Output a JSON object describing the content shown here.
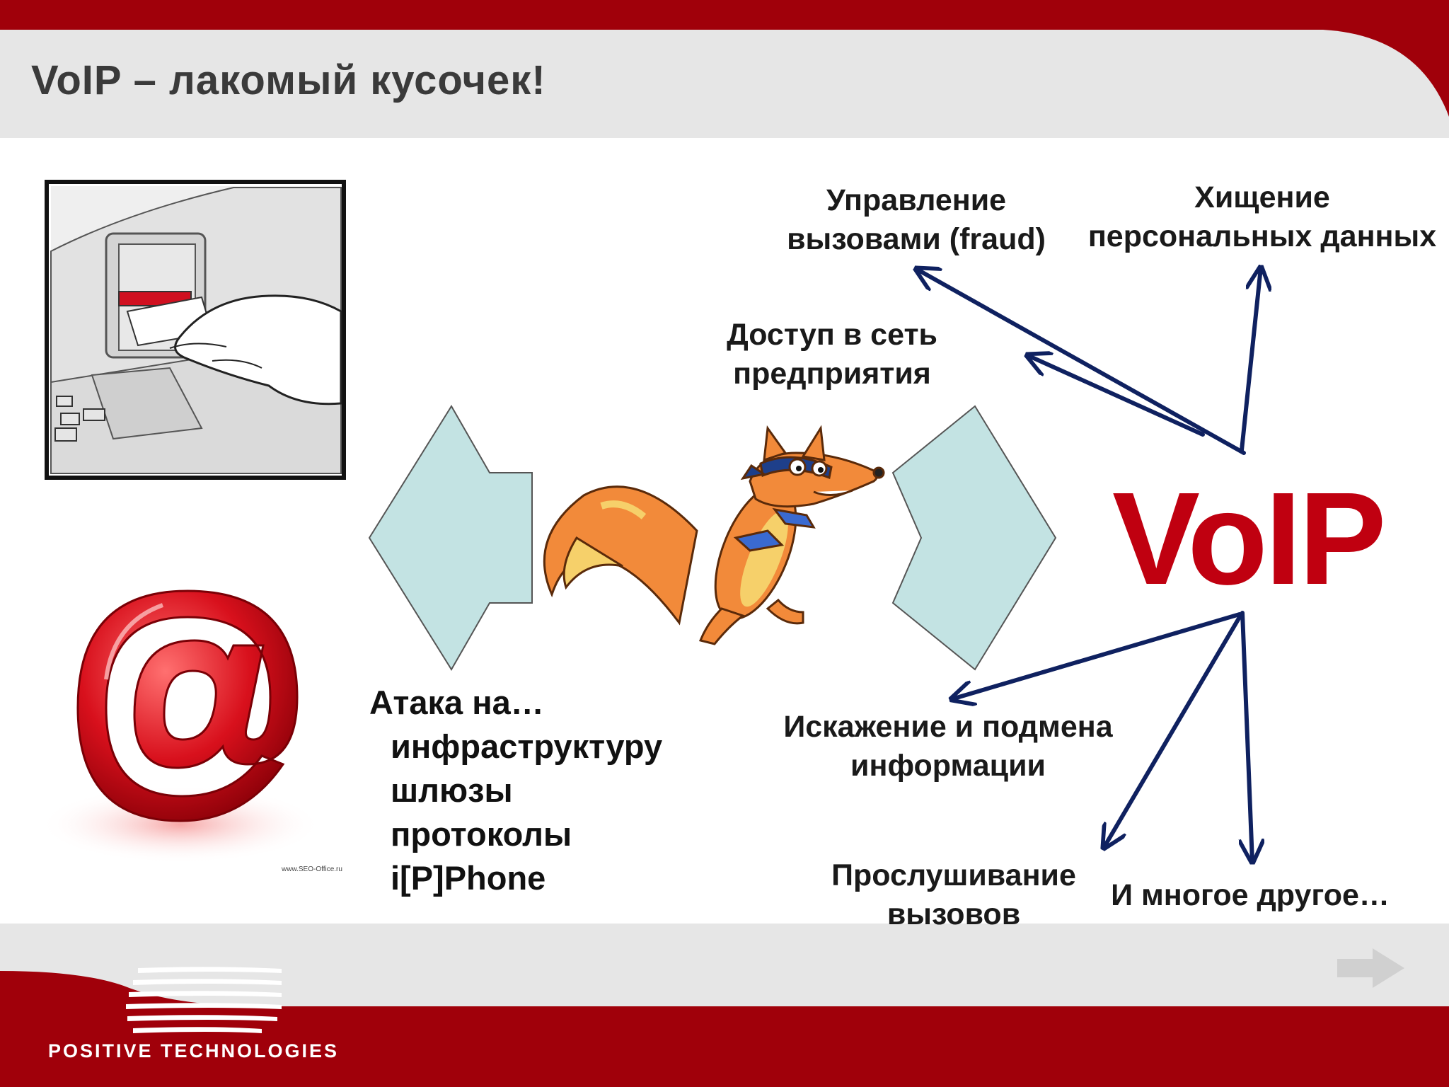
{
  "slide": {
    "title": "VoIP – лакомый кусочек!",
    "center_label": "VoIP",
    "threats": {
      "call_control": [
        "Управление",
        "вызовами (fraud)"
      ],
      "data_theft": [
        "Хищение",
        "персональных данных"
      ],
      "network_access": [
        "Доступ в сеть",
        "предприятия"
      ],
      "tampering": [
        "Искажение и подмена",
        "информации"
      ],
      "eavesdropping": [
        "Прослушивание",
        "вызовов"
      ],
      "more": "И многое другое…"
    },
    "attack": {
      "heading": "Атака на…",
      "items": [
        "инфраструктуру",
        "шлюзы",
        "протоколы",
        "i[P]Phone"
      ]
    },
    "watermark": "www.SEO-Office.ru"
  },
  "footer": {
    "brand": "POSITIVE TECHNOLOGIES",
    "next_icon": "arrow-right-icon"
  },
  "colors": {
    "brand_red": "#a0000a",
    "voip_red": "#c00010",
    "arrow_navy": "#0f2160",
    "callout_fill": "#c3e3e3",
    "header_gray": "#e6e6e6"
  }
}
